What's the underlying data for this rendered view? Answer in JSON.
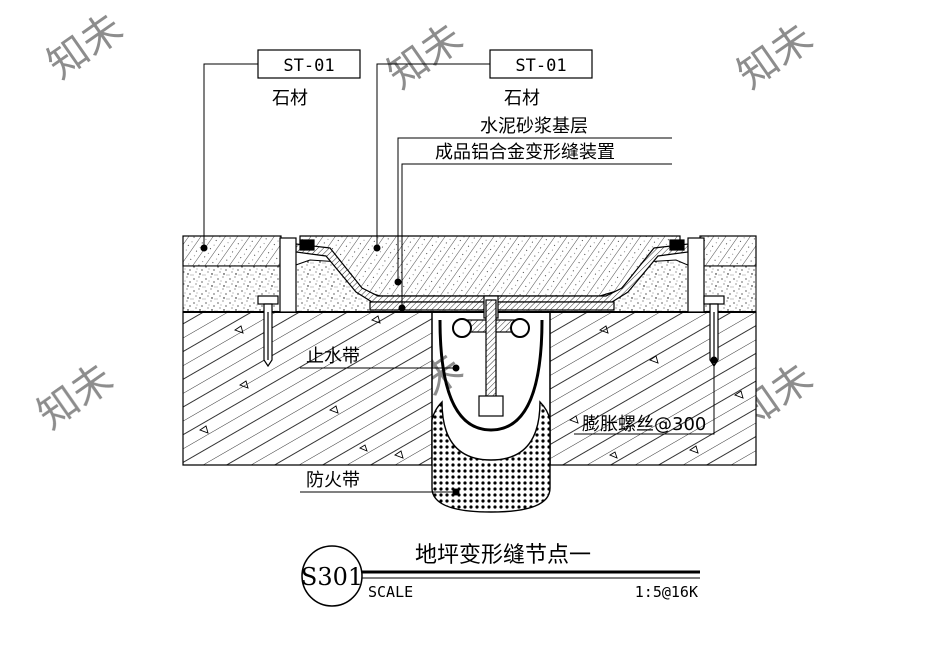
{
  "drawing": {
    "tags": [
      {
        "code": "ST-01",
        "material": "石材"
      },
      {
        "code": "ST-01",
        "material": "石材"
      }
    ],
    "labels": {
      "mortar_layer": "水泥砂浆基层",
      "aluminum_device": "成品铝合金变形缝装置",
      "waterstop": "止水带",
      "expansion_bolt": "膨胀螺丝@300",
      "fire_strip": "防火带"
    },
    "title_block": {
      "number": "S301",
      "title": "地坪变形缝节点一",
      "scale_label": "SCALE",
      "scale_value": "1:5@16K"
    },
    "watermark_text": "知未"
  },
  "colors": {
    "ink": "#000000",
    "paper": "#ffffff",
    "watermark": "#d9d9d9"
  }
}
